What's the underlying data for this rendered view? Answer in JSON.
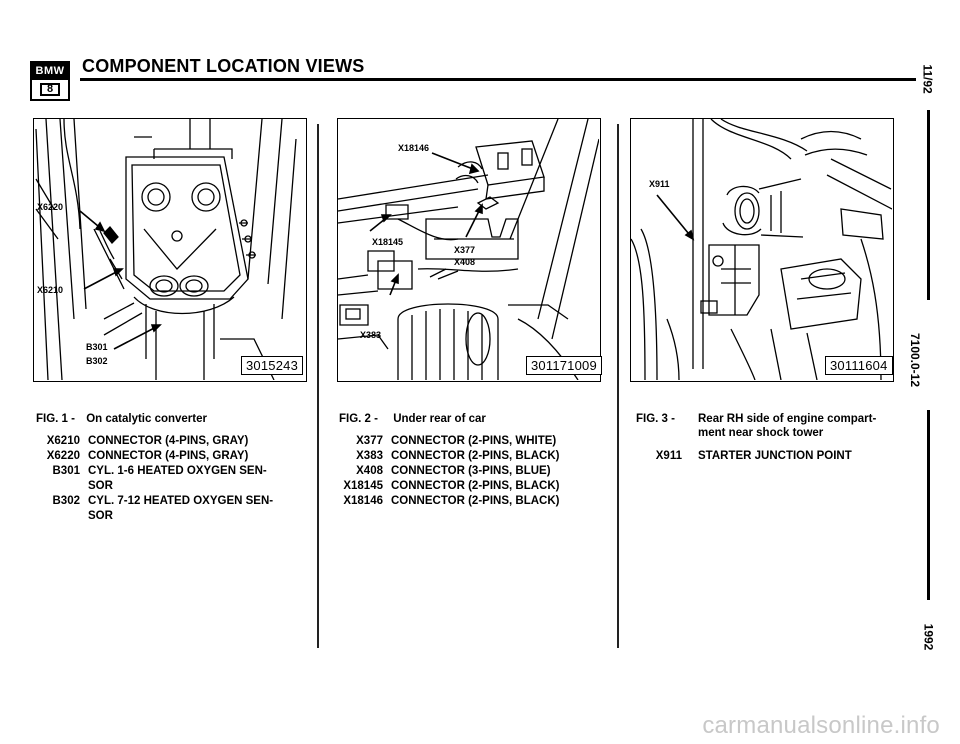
{
  "header": {
    "logo_top": "BMW",
    "logo_bottom": "8",
    "title": "COMPONENT LOCATION VIEWS"
  },
  "side": {
    "date": "11/92",
    "page_number": "7100.0-12",
    "year": "1992"
  },
  "figures": [
    {
      "number_label": "FIG. 1 -",
      "title": "On catalytic converter",
      "image_number": "3015243",
      "callouts": [
        "X6220",
        "X6210",
        "B301",
        "B302"
      ],
      "items": [
        {
          "code": "X6210",
          "desc": "CONNECTOR (4-PINS, GRAY)"
        },
        {
          "code": "X6220",
          "desc": "CONNECTOR (4-PINS, GRAY)"
        },
        {
          "code": "B301",
          "desc": "CYL. 1-6 HEATED OXYGEN SEN-",
          "desc2": "SOR"
        },
        {
          "code": "B302",
          "desc": "CYL. 7-12 HEATED OXYGEN SEN-",
          "desc2": "SOR"
        }
      ]
    },
    {
      "number_label": "FIG. 2 -",
      "title": "Under rear of car",
      "image_number": "301171009",
      "callouts": [
        "X18146",
        "X18145",
        "X377",
        "X408",
        "X383"
      ],
      "items": [
        {
          "code": "X377",
          "desc": "CONNECTOR (2-PINS, WHITE)"
        },
        {
          "code": "X383",
          "desc": "CONNECTOR (2-PINS, BLACK)"
        },
        {
          "code": "X408",
          "desc": "CONNECTOR (3-PINS, BLUE)"
        },
        {
          "code": "X18145",
          "desc": "CONNECTOR (2-PINS, BLACK)"
        },
        {
          "code": "X18146",
          "desc": "CONNECTOR (2-PINS, BLACK)"
        }
      ]
    },
    {
      "number_label": "FIG. 3 -",
      "title": "Rear RH side of engine compart-",
      "title2": "ment near shock tower",
      "image_number": "30111604",
      "callouts": [
        "X911"
      ],
      "items": [
        {
          "code": "X911",
          "desc": "STARTER JUNCTION POINT"
        }
      ]
    }
  ],
  "watermark": "carmanualsonline.info"
}
